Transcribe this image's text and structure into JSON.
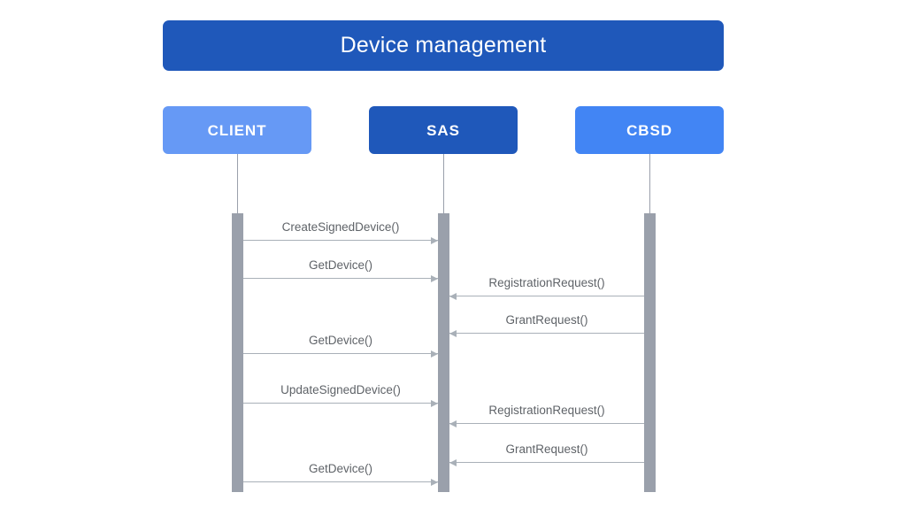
{
  "diagram": {
    "title": "Device management",
    "type": "sequence-diagram",
    "colors": {
      "title_bar": "#1F58BA",
      "actor_client": "#6699F5",
      "actor_sas": "#1F58BA",
      "actor_cbsd": "#4285F4",
      "activation_bar": "#9AA0AB",
      "message_line": "#a9b0b8",
      "message_text": "#5f6368",
      "background": "#ffffff"
    },
    "actors": [
      {
        "id": "client",
        "label": "CLIENT",
        "color": "#6699F5"
      },
      {
        "id": "sas",
        "label": "SAS",
        "color": "#1F58BA"
      },
      {
        "id": "cbsd",
        "label": "CBSD",
        "color": "#4285F4"
      }
    ],
    "messages": [
      {
        "index": 1,
        "label": "CreateSignedDevice()",
        "from": "client",
        "to": "sas",
        "direction": "right"
      },
      {
        "index": 2,
        "label": "GetDevice()",
        "from": "client",
        "to": "sas",
        "direction": "right"
      },
      {
        "index": 3,
        "label": "RegistrationRequest()",
        "from": "cbsd",
        "to": "sas",
        "direction": "left"
      },
      {
        "index": 4,
        "label": "GrantRequest()",
        "from": "cbsd",
        "to": "sas",
        "direction": "left"
      },
      {
        "index": 5,
        "label": "GetDevice()",
        "from": "client",
        "to": "sas",
        "direction": "right"
      },
      {
        "index": 6,
        "label": "UpdateSignedDevice()",
        "from": "client",
        "to": "sas",
        "direction": "right"
      },
      {
        "index": 7,
        "label": "RegistrationRequest()",
        "from": "cbsd",
        "to": "sas",
        "direction": "left"
      },
      {
        "index": 8,
        "label": "GrantRequest()",
        "from": "cbsd",
        "to": "sas",
        "direction": "left"
      },
      {
        "index": 9,
        "label": "GetDevice()",
        "from": "client",
        "to": "sas",
        "direction": "right"
      }
    ]
  }
}
